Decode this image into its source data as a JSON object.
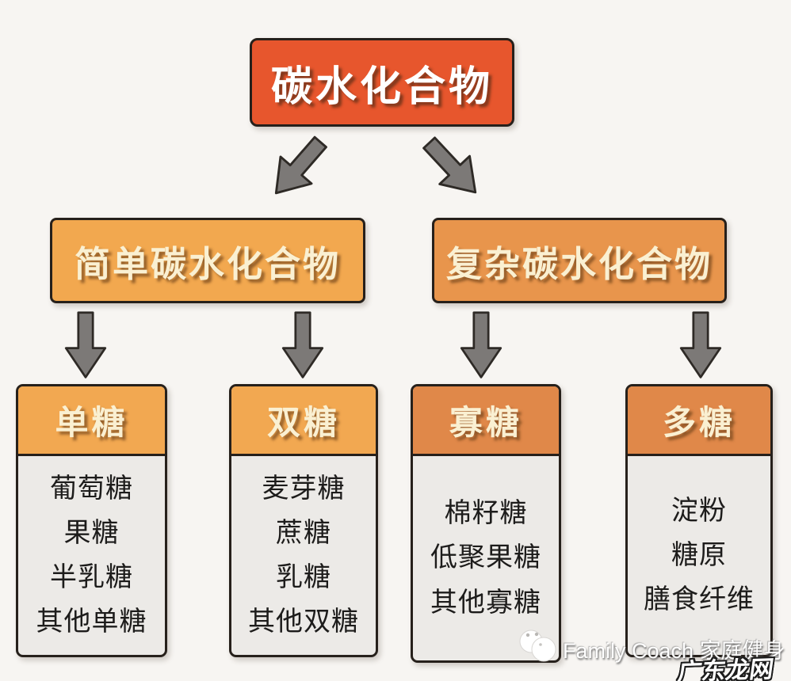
{
  "diagram": {
    "root": {
      "label": "碳水化合物"
    },
    "branches": [
      {
        "label": "简单碳水化合物"
      },
      {
        "label": "复杂碳水化合物"
      }
    ],
    "categories": [
      {
        "title": "单糖",
        "items": [
          "葡萄糖",
          "果糖",
          "半乳糖",
          "其他单糖"
        ]
      },
      {
        "title": "双糖",
        "items": [
          "麦芽糖",
          "蔗糖",
          "乳糖",
          "其他双糖"
        ]
      },
      {
        "title": "寡糖",
        "items": [
          "棉籽糖",
          "低聚果糖",
          "其他寡糖"
        ]
      },
      {
        "title": "多糖",
        "items": [
          "淀粉",
          "糖原",
          "膳食纤维"
        ]
      }
    ]
  },
  "watermark": {
    "brand": "Family Coach",
    "brand_cn": "家庭健身",
    "site": "广东龙网"
  },
  "colors": {
    "background": "#F7F5F2",
    "root_box": "#E7562D",
    "branch_left": "#F2A84F",
    "branch_right": "#E8954C",
    "category_header_light": "#F2A851",
    "category_header_dark": "#E08849",
    "category_body": "#ECEAE7",
    "arrow_fill": "#7C7977",
    "border": "#26201B"
  }
}
